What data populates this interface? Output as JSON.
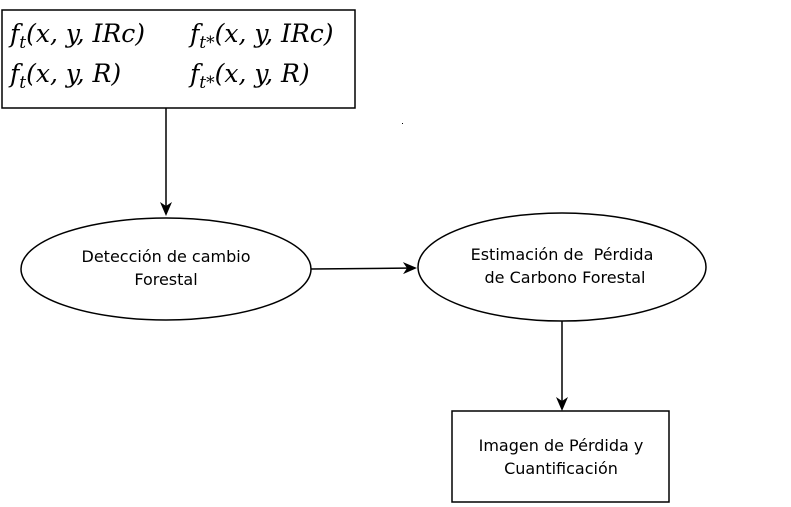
{
  "diagram": {
    "input_box": {
      "formulas": [
        {
          "pre": "f",
          "sub": "t",
          "args": "(x, y, IRc)"
        },
        {
          "pre": "f",
          "sub": "t*",
          "args": "(x, y, IRc)"
        },
        {
          "pre": "f",
          "sub": "t",
          "args": "(x, y, R)"
        },
        {
          "pre": "f",
          "sub": "t*",
          "args": "(x, y, R)"
        }
      ]
    },
    "nodes": {
      "deteccion": {
        "line1": "Detección de cambio",
        "line2": "Forestal"
      },
      "estimacion": {
        "line1": "Estimación de  Pérdida",
        "line2": "de Carbono Forestal"
      },
      "imagen": {
        "line1": "Imagen de Pérdida y",
        "line2": "Cuantificación"
      }
    },
    "colors": {
      "stroke": "#000000",
      "background": "#ffffff"
    }
  }
}
